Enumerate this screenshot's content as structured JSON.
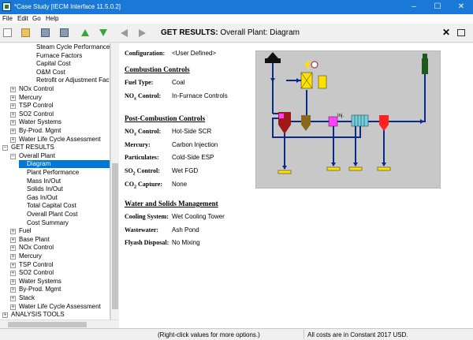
{
  "window": {
    "title": "*Case Study [IECM Interface 11.5.0.2]"
  },
  "menu": {
    "file": "File",
    "edit": "Edit",
    "go": "Go",
    "help": "Help"
  },
  "heading": {
    "bold": "GET RESULTS:",
    "rest": "Overall Plant: Diagram"
  },
  "tree": [
    {
      "label": "Steam Cycle Performance",
      "depth": 3
    },
    {
      "label": "Furnace Factors",
      "depth": 3
    },
    {
      "label": "Capital Cost",
      "depth": 3
    },
    {
      "label": "O&M Cost",
      "depth": 3
    },
    {
      "label": "Retrofit or Adjustment Factor",
      "depth": 3
    },
    {
      "label": "NOx Control",
      "depth": 1,
      "exp": "+"
    },
    {
      "label": "Mercury",
      "depth": 1,
      "exp": "+"
    },
    {
      "label": "TSP Control",
      "depth": 1,
      "exp": "+"
    },
    {
      "label": "SO2 Control",
      "depth": 1,
      "exp": "+"
    },
    {
      "label": "Water Systems",
      "depth": 1,
      "exp": "+"
    },
    {
      "label": "By-Prod. Mgmt",
      "depth": 1,
      "exp": "+"
    },
    {
      "label": "Water Life Cycle Assessment",
      "depth": 1,
      "exp": "+"
    },
    {
      "label": "GET RESULTS",
      "depth": 0,
      "exp": "−"
    },
    {
      "label": "Overall Plant",
      "depth": 1,
      "exp": "−"
    },
    {
      "label": "Diagram",
      "depth": 2,
      "selected": true
    },
    {
      "label": "Plant Performance",
      "depth": 2
    },
    {
      "label": "Mass In/Out",
      "depth": 2
    },
    {
      "label": "Solids In/Out",
      "depth": 2
    },
    {
      "label": "Gas In/Out",
      "depth": 2
    },
    {
      "label": "Total Capital Cost",
      "depth": 2
    },
    {
      "label": "Overall Plant Cost",
      "depth": 2
    },
    {
      "label": "Cost Summary",
      "depth": 2
    },
    {
      "label": "Fuel",
      "depth": 1,
      "exp": "+"
    },
    {
      "label": "Base Plant",
      "depth": 1,
      "exp": "+"
    },
    {
      "label": "NOx Control",
      "depth": 1,
      "exp": "+"
    },
    {
      "label": "Mercury",
      "depth": 1,
      "exp": "+"
    },
    {
      "label": "TSP Control",
      "depth": 1,
      "exp": "+"
    },
    {
      "label": "SO2 Control",
      "depth": 1,
      "exp": "+"
    },
    {
      "label": "Water Systems",
      "depth": 1,
      "exp": "+"
    },
    {
      "label": "By-Prod. Mgmt",
      "depth": 1,
      "exp": "+"
    },
    {
      "label": "Stack",
      "depth": 1,
      "exp": "+"
    },
    {
      "label": "Water Life Cycle Assessment",
      "depth": 1,
      "exp": "+"
    },
    {
      "label": "ANALYSIS TOOLS",
      "depth": 0,
      "exp": "+"
    }
  ],
  "config": {
    "label": "Configuration:",
    "value": "<User Defined>"
  },
  "combustion": {
    "title": "Combustion Controls",
    "fuel_label": "Fuel Type:",
    "fuel_value": "Coal",
    "nox_label_pre": "NO",
    "nox_label_post": " Control:",
    "nox_value": "In-Furnace Controls"
  },
  "post": {
    "title": "Post-Combustion Controls",
    "nox_label_pre": "NO",
    "nox_label_post": " Control:",
    "nox_value": "Hot-Side SCR",
    "mercury_label": "Mercury:",
    "mercury_value": "Carbon Injection",
    "part_label": "Particulates:",
    "part_value": "Cold-Side ESP",
    "so2_label_pre": "SO",
    "so2_label_post": " Control:",
    "so2_value": "Wet FGD",
    "co2_label_pre": "CO",
    "co2_label_post": " Capture:",
    "co2_value": "None"
  },
  "water": {
    "title": "Water and Solids Management",
    "cool_label": "Cooling System:",
    "cool_value": "Wet Cooling Tower",
    "waste_label": "Wastewater:",
    "waste_value": "Ash Pond",
    "fly_label": "Flyash Disposal:",
    "fly_value": "No Mixing"
  },
  "diagram": {
    "inj_label": "Inj."
  },
  "status": {
    "hint": "(Right-click values for more options.)",
    "currency": "All costs are in Constant 2017 USD."
  },
  "colors": {
    "titlebar": "#1a78d6",
    "selection": "#0078d7",
    "diagram_bg": "#c8c8c8",
    "pipe": "#0a2a8a",
    "boiler": "#a01818",
    "scr": "#ffe000",
    "esp": "#8a6a1a",
    "fgd": "#ff2020",
    "carbon": "#ff40ff"
  }
}
